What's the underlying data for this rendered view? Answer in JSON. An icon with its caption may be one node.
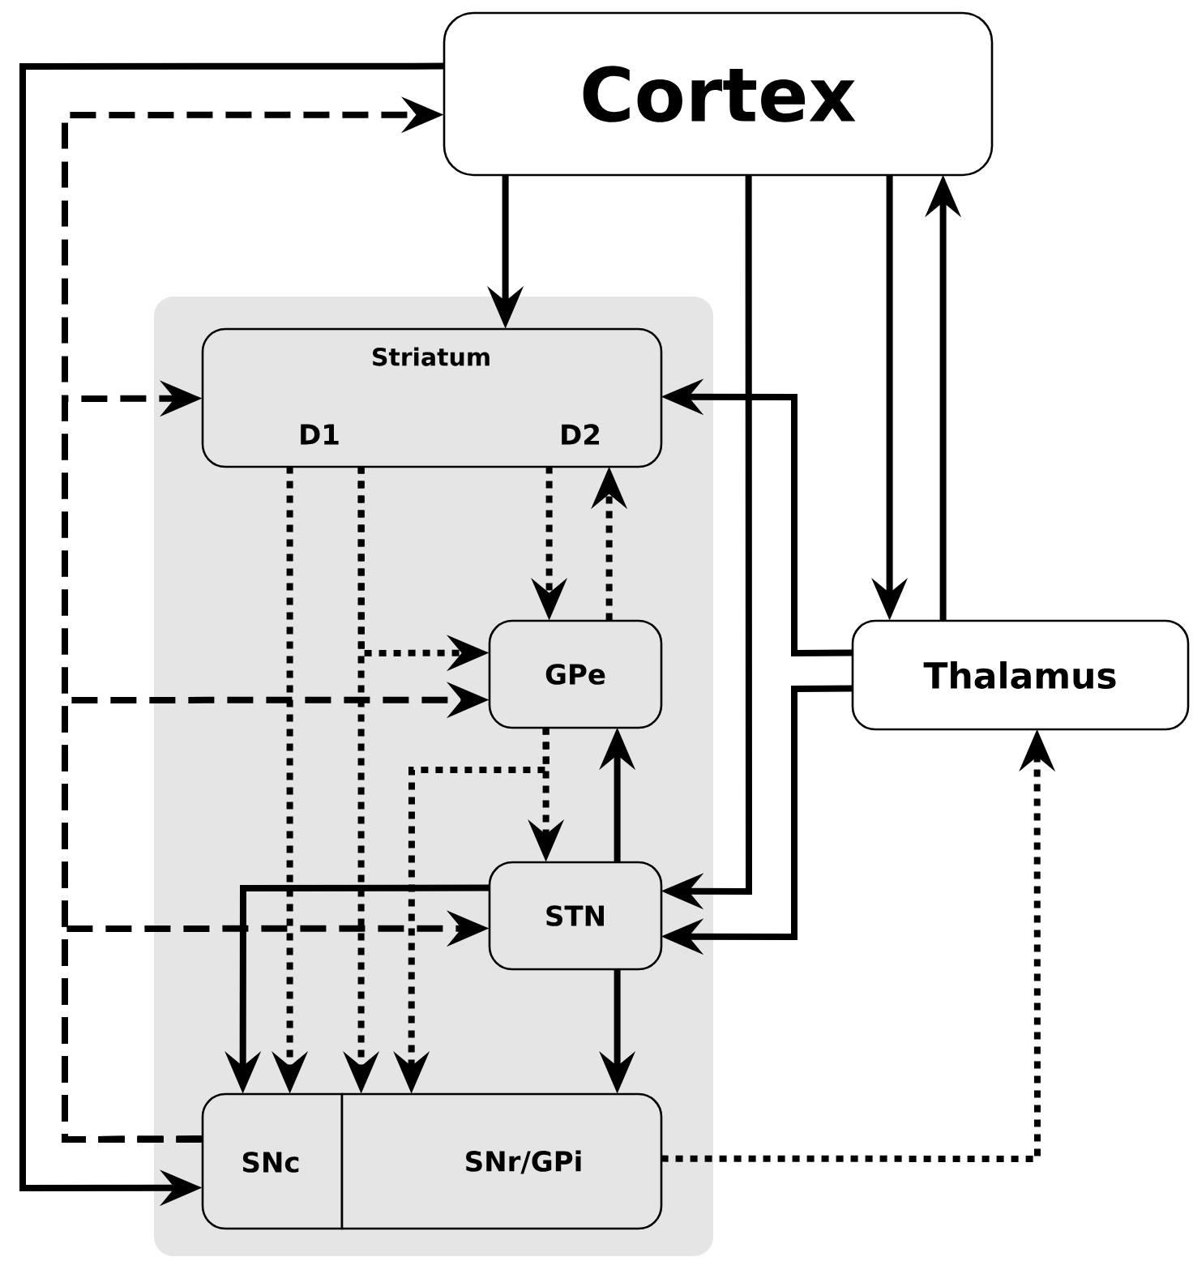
{
  "diagram": {
    "nodes": [
      {
        "text": [
          "Cortex"
        ]
      },
      {
        "text": [
          "Striatum",
          "D1",
          "D2"
        ]
      },
      {
        "text": [
          "GPe"
        ]
      },
      {
        "text": [
          "STN"
        ]
      },
      {
        "text": [
          "SNc"
        ]
      },
      {
        "text": [
          "SNr/GPi"
        ]
      },
      {
        "text": [
          "Thalamus"
        ]
      }
    ],
    "edges": [
      {
        "from": 0,
        "to": 1,
        "arrow": "to"
      },
      {
        "from": 0,
        "to": 4,
        "arrow": "to"
      },
      {
        "from": 4,
        "to": 0,
        "arrow": "to",
        "style": "dashed"
      },
      {
        "from": 4,
        "to": 1,
        "arrow": "to",
        "style": "dashed"
      },
      {
        "from": 4,
        "to": 2,
        "arrow": "to",
        "style": "dashed"
      },
      {
        "from": 4,
        "to": 3,
        "arrow": "to",
        "style": "dashed"
      },
      {
        "from": 1,
        "to": 4,
        "arrow": "to",
        "style": "dashed"
      },
      {
        "from": 1,
        "to": 5,
        "arrow": "to",
        "style": "dashed"
      },
      {
        "from": 1,
        "to": 2,
        "arrow": "to",
        "style": "dashed"
      },
      {
        "from": 1,
        "to": 2,
        "arrow": "to",
        "style": "dashed"
      },
      {
        "from": 2,
        "to": 1,
        "arrow": "to",
        "style": "dashed"
      },
      {
        "from": 2,
        "to": 3,
        "arrow": "to",
        "style": "dashed"
      },
      {
        "from": 2,
        "to": 5,
        "arrow": "to",
        "style": "dashed"
      },
      {
        "from": 3,
        "to": 2,
        "arrow": "to"
      },
      {
        "from": 3,
        "to": 4,
        "arrow": "to"
      },
      {
        "from": 3,
        "to": 5,
        "arrow": "to"
      },
      {
        "from": 0,
        "to": 3,
        "arrow": "to"
      },
      {
        "from": 0,
        "to": 6,
        "arrow": "to"
      },
      {
        "from": 6,
        "to": 0,
        "arrow": "to"
      },
      {
        "from": 6,
        "to": 1,
        "arrow": "to"
      },
      {
        "from": 6,
        "to": 3,
        "arrow": "to"
      },
      {
        "from": 5,
        "to": 6,
        "arrow": "to",
        "style": "dashed"
      }
    ]
  }
}
